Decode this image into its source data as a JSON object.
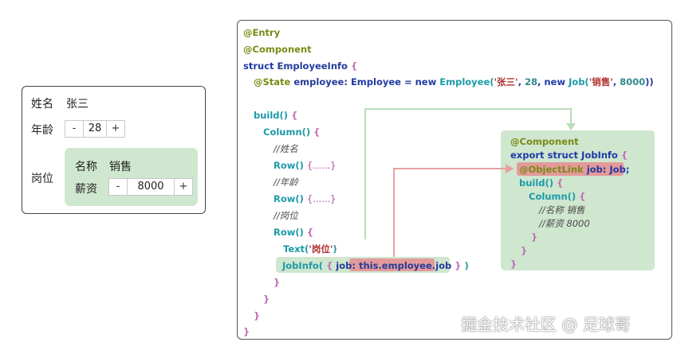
{
  "preview": {
    "name_label": "姓名",
    "name_value": "张三",
    "age_label": "年龄",
    "age_value": "28",
    "minus": "-",
    "plus": "+",
    "position_label": "岗位",
    "job_title_label": "名称",
    "job_title_value": "销售",
    "salary_label": "薪资",
    "salary_value": "8000"
  },
  "code": {
    "entry": "@Entry",
    "component": "@Component",
    "struct_kw": "struct",
    "struct_name": "EmployeeInfo",
    "open_brace": "{",
    "close_brace": "}",
    "state_dec": "@State",
    "state_var": "employee",
    "state_colon": ":",
    "state_type": "Employee",
    "state_eq": "=",
    "new_kw": "new",
    "ctor_employee": "Employee(",
    "str_name": "'张三'",
    "comma": ",",
    "num_age": "28",
    "ctor_job": "Job(",
    "str_job": "'销售'",
    "num_salary": "8000",
    "ctor_close": "))",
    "build": "build()",
    "column": "Column()",
    "cmt_name": "//姓名",
    "row": "Row()",
    "row_dots": "{......}",
    "cmt_age": "//年龄",
    "cmt_pos": "//岗位",
    "text_call": "Text(",
    "text_str": "'岗位'",
    "text_close": ")",
    "jobinfo_call": "JobInfo(",
    "job_param": "job",
    "job_arg": "this.employee.job",
    "jobinfo_close": ")"
  },
  "component": {
    "dec": "@Component",
    "export_line": "export struct JobInfo",
    "objectlink": "@ObjectLink",
    "prop": "job",
    "type": "Job;",
    "build": "build()",
    "column": "Column()",
    "cmt_title": "//名称 销售",
    "cmt_salary": "//薪资 8000"
  },
  "watermark": "掘金技术社区 @ 足球哥",
  "colors": {
    "green_box": "#cfe6cf",
    "pink_box": "#e49a9a",
    "arrow_green": "#b9dcb9",
    "arrow_pink": "#e8a0a0"
  }
}
